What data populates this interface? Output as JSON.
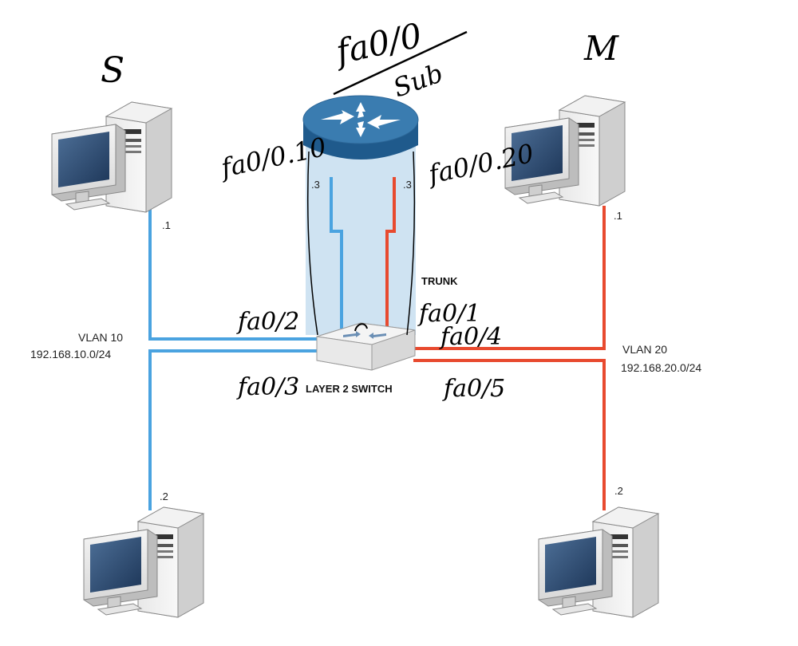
{
  "annotations": {
    "top_left_letter": "S",
    "top_right_letter": "M",
    "router_interface": "fa0/0",
    "router_sub": "Sub",
    "subif_left": "fa0/0.10",
    "subif_right": "fa0/0.20",
    "sw_port_2": "fa0/2",
    "sw_port_1": "fa0/1",
    "sw_port_4": "fa0/4",
    "sw_port_3": "fa0/3",
    "sw_port_5": "fa0/5"
  },
  "labels": {
    "trunk": "TRUNK",
    "switch": "LAYER 2 SWITCH",
    "router_left_addr": ".3",
    "router_right_addr": ".3",
    "pc_top_left_addr": ".1",
    "pc_top_right_addr": ".1",
    "pc_bottom_left_addr": ".2",
    "pc_bottom_right_addr": ".2"
  },
  "networks": {
    "vlan10_name": "VLAN 10",
    "vlan10_subnet": "192.168.10.0/24",
    "vlan20_name": "VLAN 20",
    "vlan20_subnet": "192.168.20.0/24"
  },
  "colors": {
    "vlan10": "#4aa3e0",
    "vlan20": "#e84a2f",
    "trunk_tube": "#cfe3f2",
    "router_top": "#3a7cb0",
    "router_side": "#1f5a8c"
  }
}
